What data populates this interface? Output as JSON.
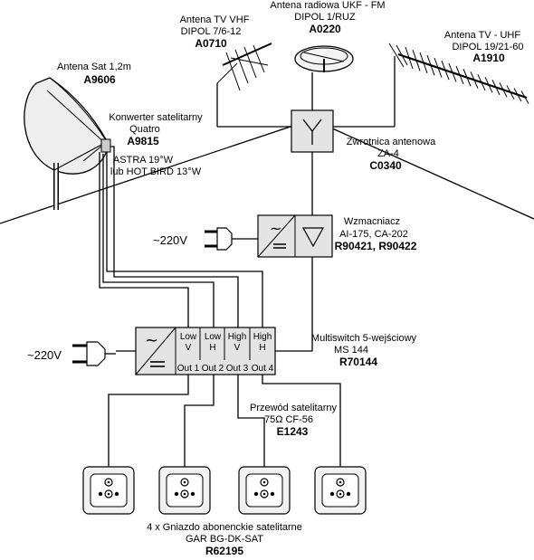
{
  "satellite_dish": {
    "name": "Antena Sat 1,2m",
    "code": "A9606"
  },
  "converter": {
    "name_line1": "Konwerter satelitarny",
    "name_line2": "Quatro",
    "code": "A9815",
    "sat_line1": "ASTRA 19°W",
    "sat_line2": "lub HOT BIRD 13°W"
  },
  "vhf_antenna": {
    "name_line1": "Antena TV VHF",
    "name_line2": "DIPOL 7/6-12",
    "code": "A0710"
  },
  "fm_antenna": {
    "name_line1": "Antena radiowa UKF - FM",
    "name_line2": "DIPOL 1/RUZ",
    "code": "A0220"
  },
  "uhf_antenna": {
    "name_line1": "Antena TV - UHF",
    "name_line2": "DIPOL 19/21-60",
    "code": "A1910"
  },
  "combiner": {
    "name_line1": "Zwrotnica antenowa",
    "name_line2": "ZA-4",
    "code": "C0340"
  },
  "amplifier": {
    "name_line1": "Wzmacniacz",
    "name_line2": "AI-175, CA-202",
    "code": "R90421, R90422",
    "power": "~220V"
  },
  "multiswitch": {
    "name_line1": "Multiswitch 5-wejściowy",
    "name_line2": "MS 144",
    "code": "R70144",
    "power": "~220V",
    "inputs": [
      {
        "top": "Low",
        "bottom": "V"
      },
      {
        "top": "Low",
        "bottom": "H"
      },
      {
        "top": "High",
        "bottom": "V"
      },
      {
        "top": "High",
        "bottom": "H"
      }
    ],
    "outputs": [
      "Out 1",
      "Out 2",
      "Out 3",
      "Out 4"
    ]
  },
  "cable": {
    "name_line1": "Przewód satelitarny",
    "name_line2": "75Ω CF-56",
    "code": "E1243"
  },
  "sockets": {
    "name_line1": "4 x Gniazdo abonenckie satelitarne",
    "name_line2": "GAR BG-DK-SAT",
    "code": "R62195",
    "count": 4
  }
}
